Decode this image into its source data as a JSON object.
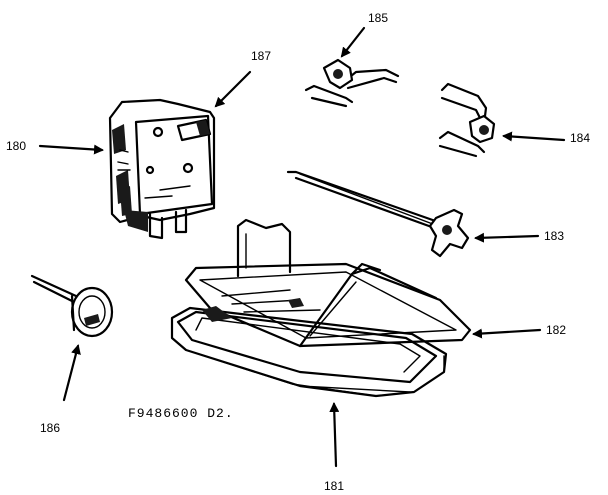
{
  "diagram": {
    "drawing_code": "F9486600 D2.",
    "parts": [
      {
        "id": "180",
        "label": "180",
        "icon": "rotisserie-motor-icon"
      },
      {
        "id": "181",
        "label": "181",
        "icon": "drip-pan-icon"
      },
      {
        "id": "182",
        "label": "182",
        "icon": "broiler-rack-icon"
      },
      {
        "id": "183",
        "label": "183",
        "icon": "spit-rod-icon"
      },
      {
        "id": "184",
        "label": "184",
        "icon": "spit-fork-icon"
      },
      {
        "id": "185",
        "label": "185",
        "icon": "spit-fork-icon"
      },
      {
        "id": "186",
        "label": "186",
        "icon": "meat-thermometer-icon"
      },
      {
        "id": "187",
        "label": "187",
        "icon": "motor-shaft-icon"
      }
    ]
  }
}
